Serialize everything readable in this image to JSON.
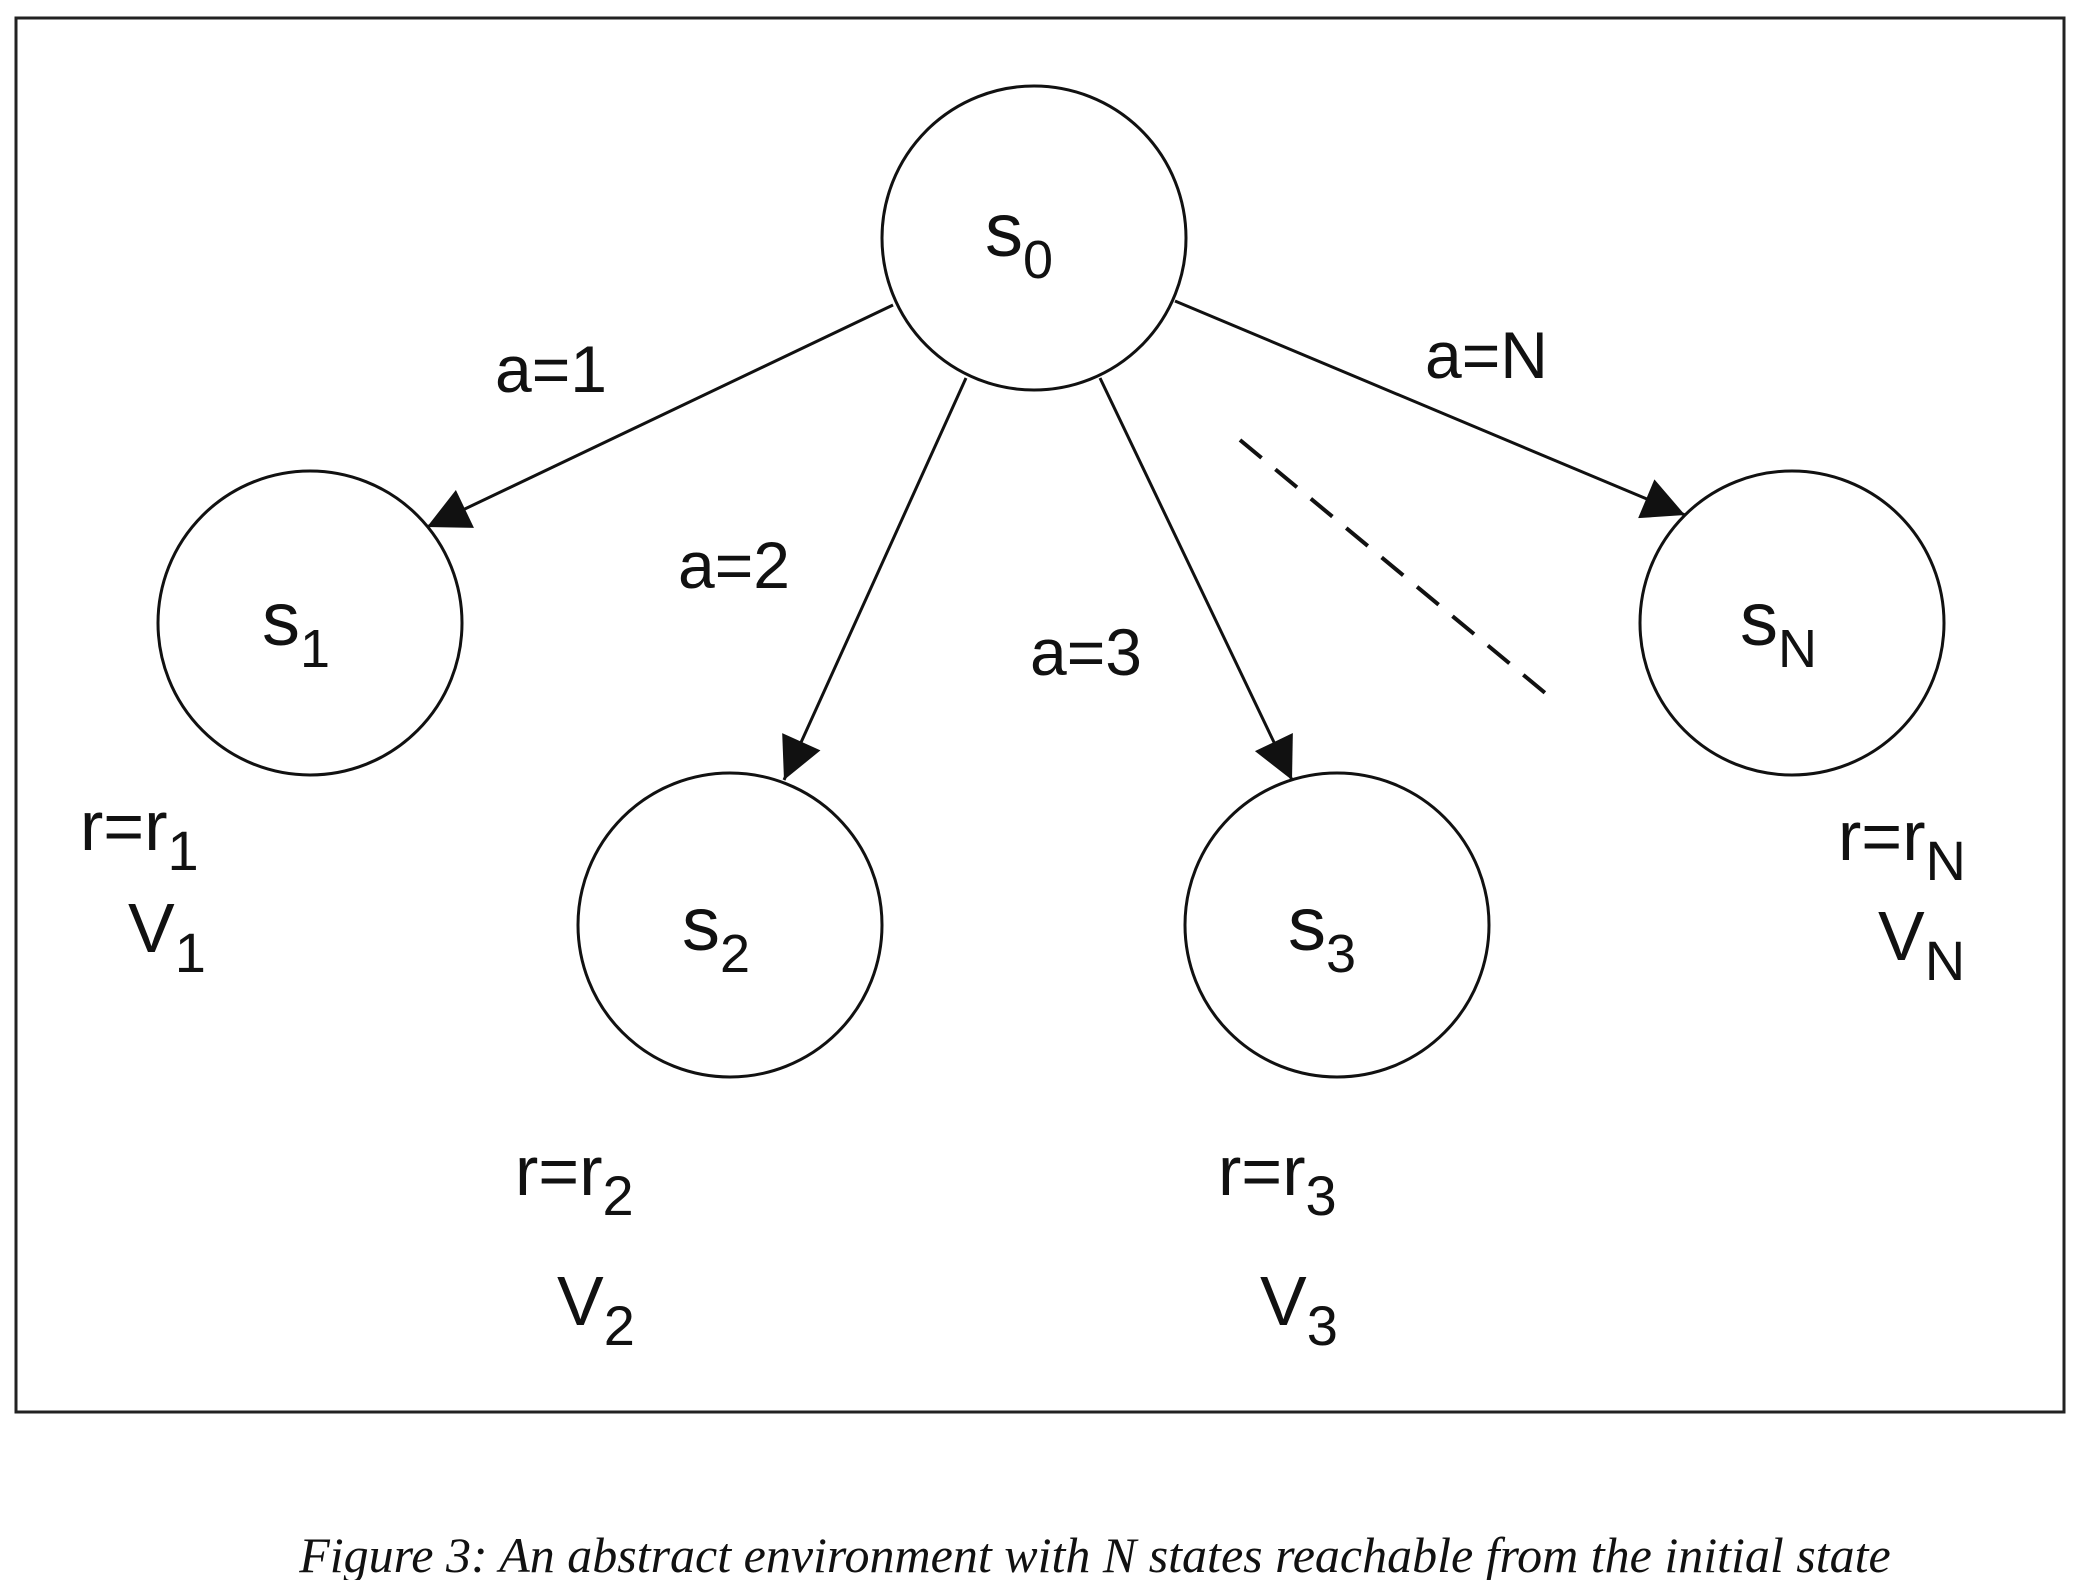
{
  "states": [
    {
      "id": "s0",
      "base": "s",
      "sub": "0"
    },
    {
      "id": "s1",
      "base": "s",
      "sub": "1"
    },
    {
      "id": "s2",
      "base": "s",
      "sub": "2"
    },
    {
      "id": "s3",
      "base": "s",
      "sub": "3"
    },
    {
      "id": "sN",
      "base": "s",
      "sub": "N"
    }
  ],
  "actions": [
    {
      "id": "a1",
      "text": "a=1"
    },
    {
      "id": "a2",
      "text": "a=2"
    },
    {
      "id": "a3",
      "text": "a=3"
    },
    {
      "id": "aN",
      "text": "a=N"
    }
  ],
  "rewards": [
    {
      "id": "r1",
      "base": "r=r",
      "sub": "1"
    },
    {
      "id": "r2",
      "base": "r=r",
      "sub": "2"
    },
    {
      "id": "r3",
      "base": "r=r",
      "sub": "3"
    },
    {
      "id": "rN",
      "base": "r=r",
      "sub": "N"
    }
  ],
  "values": [
    {
      "id": "v1",
      "base": "V",
      "sub": "1"
    },
    {
      "id": "v2",
      "base": "V",
      "sub": "2"
    },
    {
      "id": "v3",
      "base": "V",
      "sub": "3"
    },
    {
      "id": "vN",
      "base": "V",
      "sub": "N"
    }
  ],
  "caption": "Figure 3: An abstract environment with N states reachable from the initial state"
}
